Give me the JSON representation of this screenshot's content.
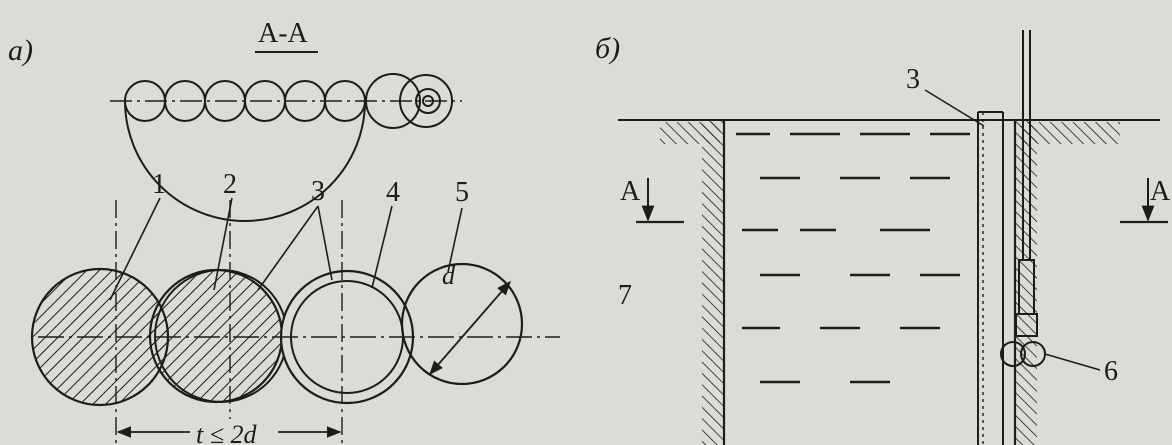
{
  "figure": {
    "part_a": {
      "letter": "а)",
      "section_label": "А-А",
      "callouts": [
        "1",
        "2",
        "3",
        "4",
        "5"
      ],
      "diameter_label": "d",
      "spacing_label": "t ≤ 2d"
    },
    "part_b": {
      "letter": "б)",
      "section_marker": "А",
      "callouts": {
        "top": "3",
        "left": "7",
        "right": "6"
      }
    }
  }
}
